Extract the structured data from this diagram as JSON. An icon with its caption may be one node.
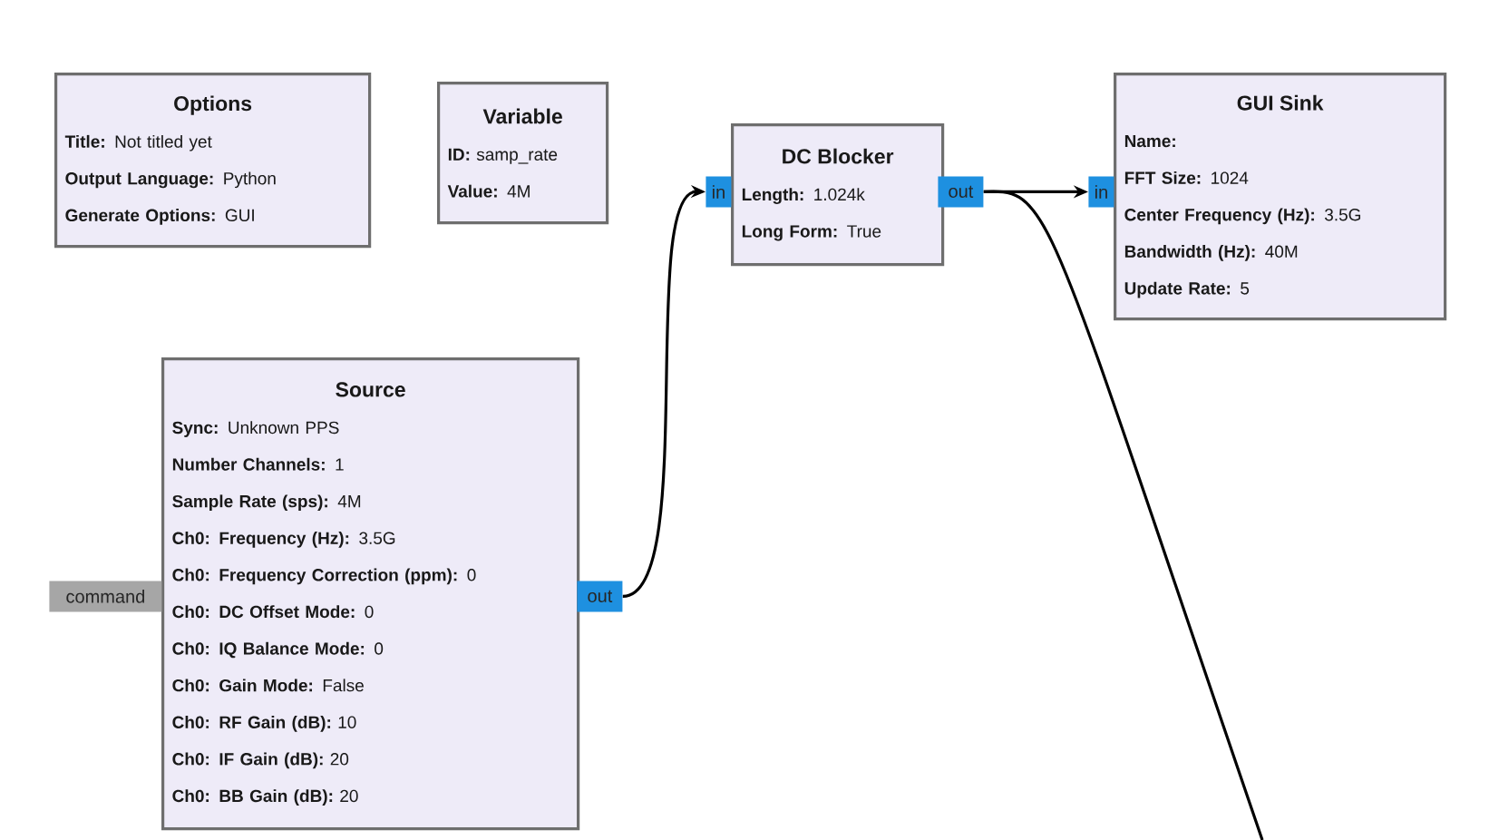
{
  "diagram": {
    "nodes": [
      {
        "text": [
          "Options",
          "**Title:** Not titled yet",
          "**Output Language:** Python",
          "**Generate Options:** GUI"
        ]
      },
      {
        "text": [
          "Variable",
          "**ID:** samp_rate",
          "**Value:** 4M"
        ]
      },
      {
        "text": [
          "DC Blocker",
          "**Length:** 1.024k",
          "**Long Form:** True"
        ]
      },
      {
        "text": [
          "in"
        ]
      },
      {
        "text": [
          "out"
        ]
      },
      {
        "text": [
          "GUI Sink",
          "**Name:**",
          "**FFT Size:** 1024",
          "**Center Frequency (Hz):** 3.5G",
          "**Bandwidth (Hz):** 40M",
          "**Update Rate:** 5"
        ]
      },
      {
        "text": [
          "in"
        ]
      },
      {
        "text": [
          "Source",
          "**Sync:** Unknown PPS",
          "**Number Channels:** 1",
          "**Sample Rate (sps):** 4M",
          "**Ch0: Frequency (Hz):** 3.5G",
          "**Ch0: Frequency Correction (ppm):** 0",
          "**Ch0: DC Offset Mode:** 0",
          "**Ch0: IQ Balance Mode:** 0",
          "**Ch0: Gain Mode:** False",
          "**Ch0: RF Gain (dB):** 10",
          "**Ch0: IF Gain (dB):** 20",
          "**Ch0: BB Gain (dB):** 20"
        ]
      },
      {
        "text": [
          "command"
        ]
      },
      {
        "text": [
          "out"
        ]
      }
    ],
    "edges": [
      {
        "from": 9,
        "to": 3,
        "arrow": "to"
      },
      {
        "from": 4,
        "to": 6,
        "arrow": "to"
      },
      {
        "from": 4,
        "to": null,
        "arrow": "none"
      }
    ]
  }
}
